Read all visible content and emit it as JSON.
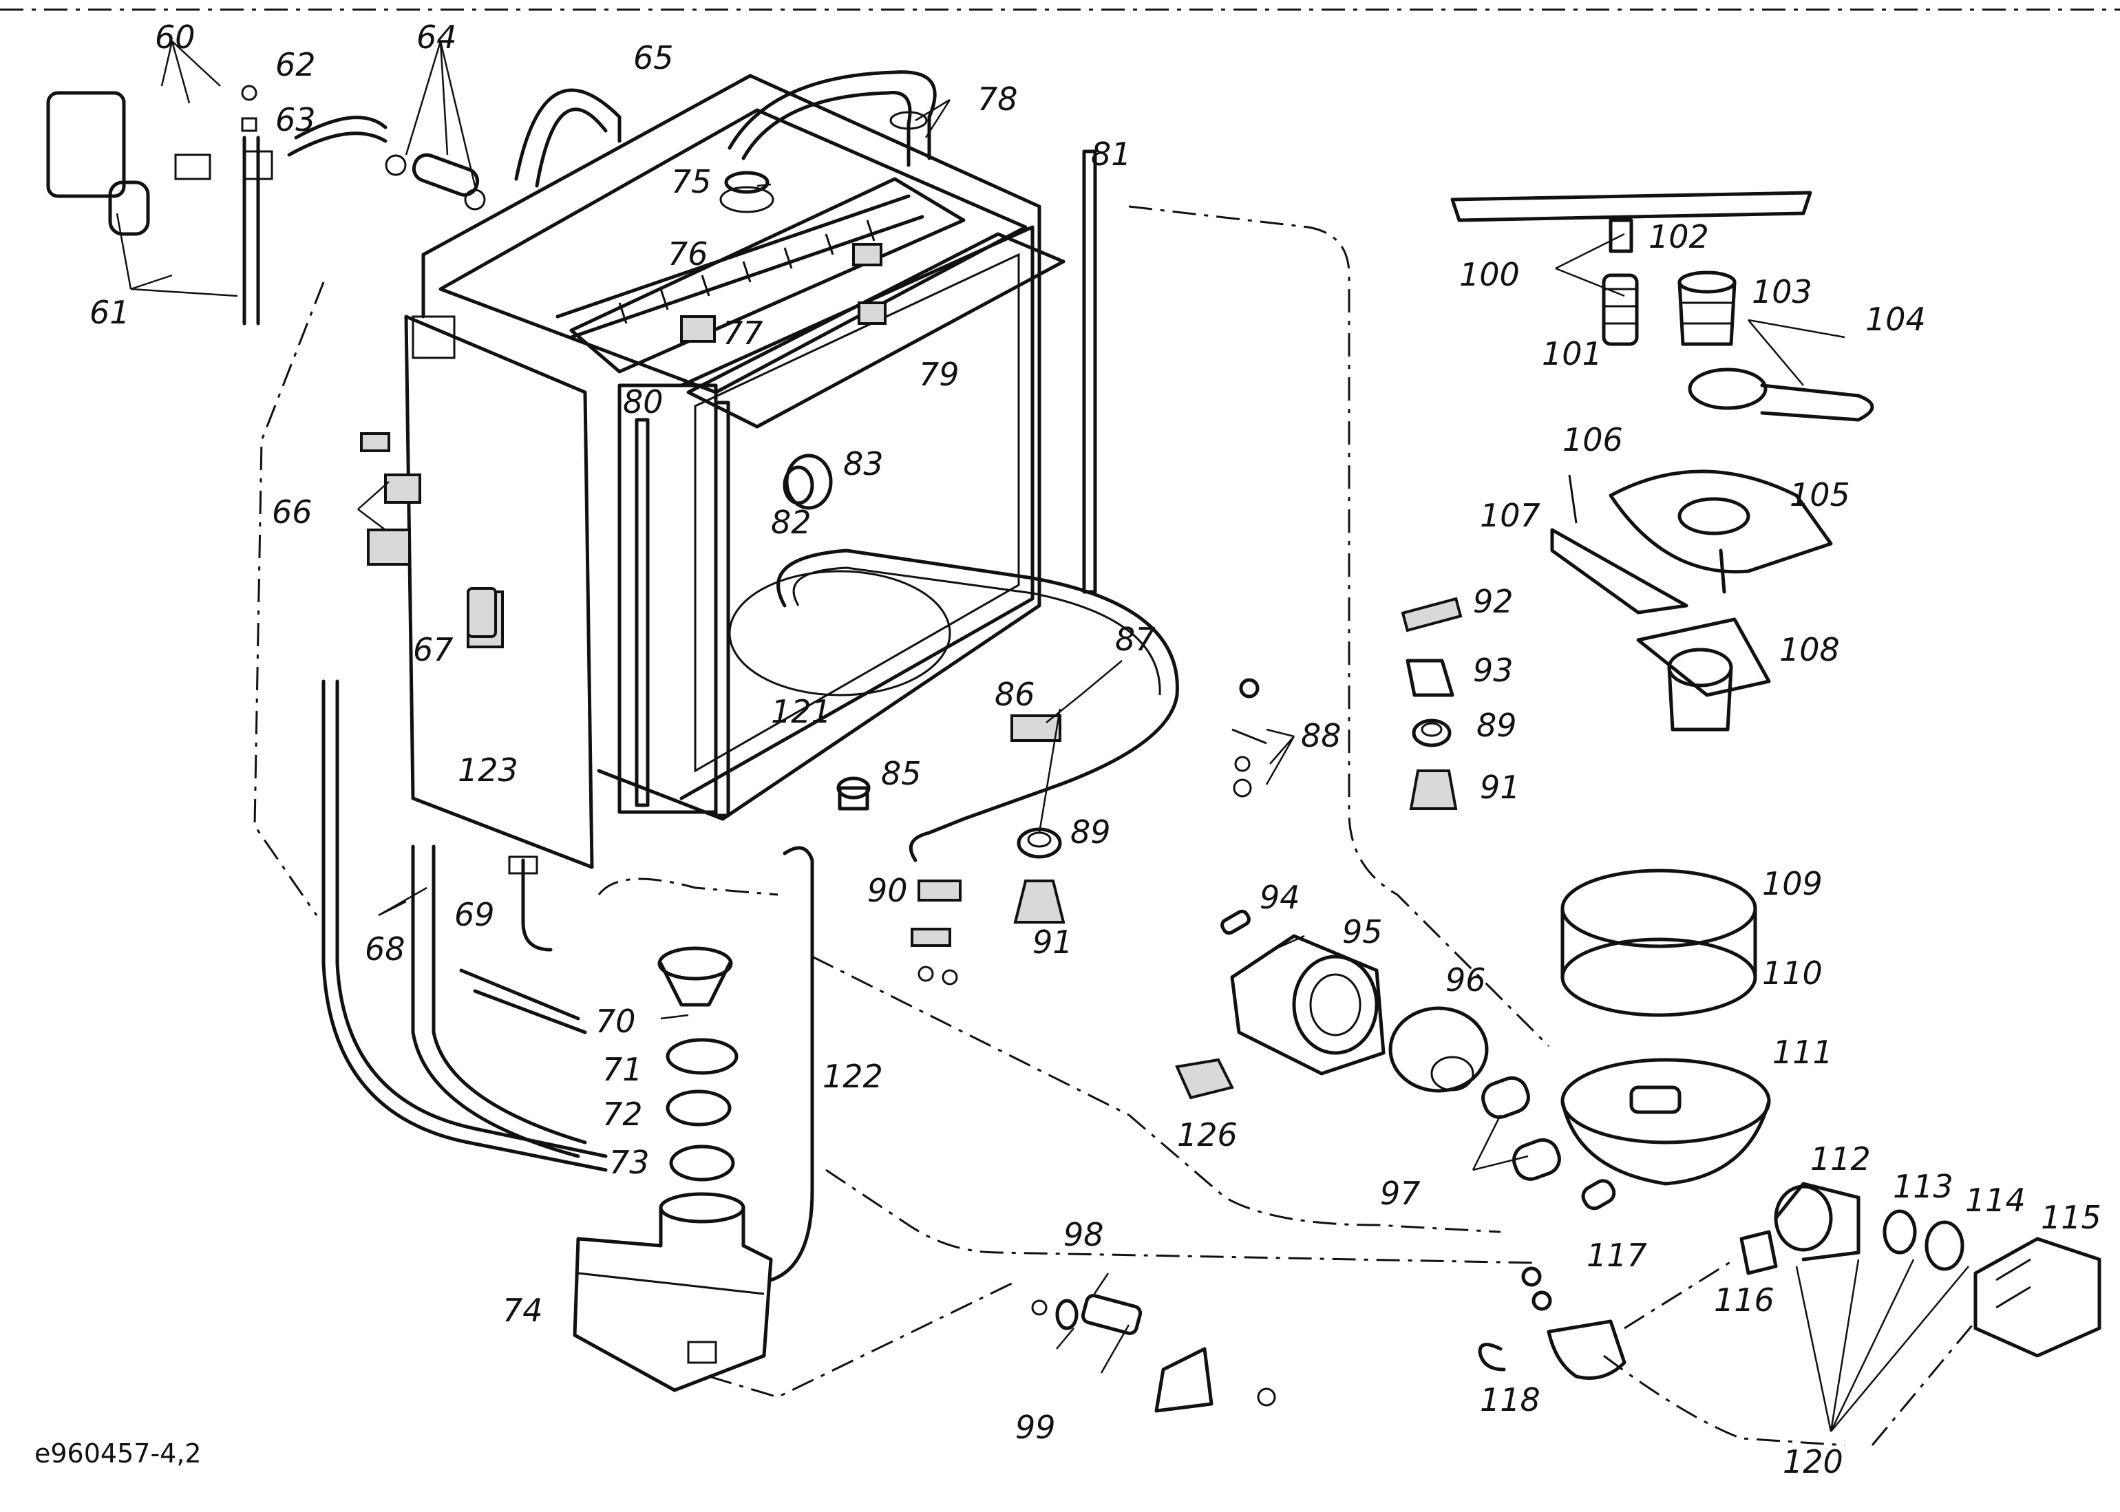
{
  "diagram": {
    "doc_id": "e960457-4,2",
    "callouts": {
      "c60": "60",
      "c61": "61",
      "c62": "62",
      "c63": "63",
      "c64": "64",
      "c65": "65",
      "c66": "66",
      "c67": "67",
      "c68": "68",
      "c69": "69",
      "c70": "70",
      "c71": "71",
      "c72": "72",
      "c73": "73",
      "c74": "74",
      "c75": "75",
      "c76": "76",
      "c77": "77",
      "c78": "78",
      "c79": "79",
      "c80": "80",
      "c81": "81",
      "c82": "82",
      "c83": "83",
      "c85": "85",
      "c86": "86",
      "c87": "87",
      "c88": "88",
      "c89a": "89",
      "c89b": "89",
      "c90": "90",
      "c91a": "91",
      "c91b": "91",
      "c92": "92",
      "c93": "93",
      "c94": "94",
      "c95": "95",
      "c96": "96",
      "c97": "97",
      "c98": "98",
      "c99": "99",
      "c100": "100",
      "c101": "101",
      "c102": "102",
      "c103": "103",
      "c104": "104",
      "c105": "105",
      "c106": "106",
      "c107": "107",
      "c108": "108",
      "c109": "109",
      "c110": "110",
      "c111": "111",
      "c112": "112",
      "c113": "113",
      "c114": "114",
      "c115": "115",
      "c116": "116",
      "c117": "117",
      "c118": "118",
      "c120": "120",
      "c121": "121",
      "c122": "122",
      "c123": "123",
      "c126": "126"
    }
  }
}
